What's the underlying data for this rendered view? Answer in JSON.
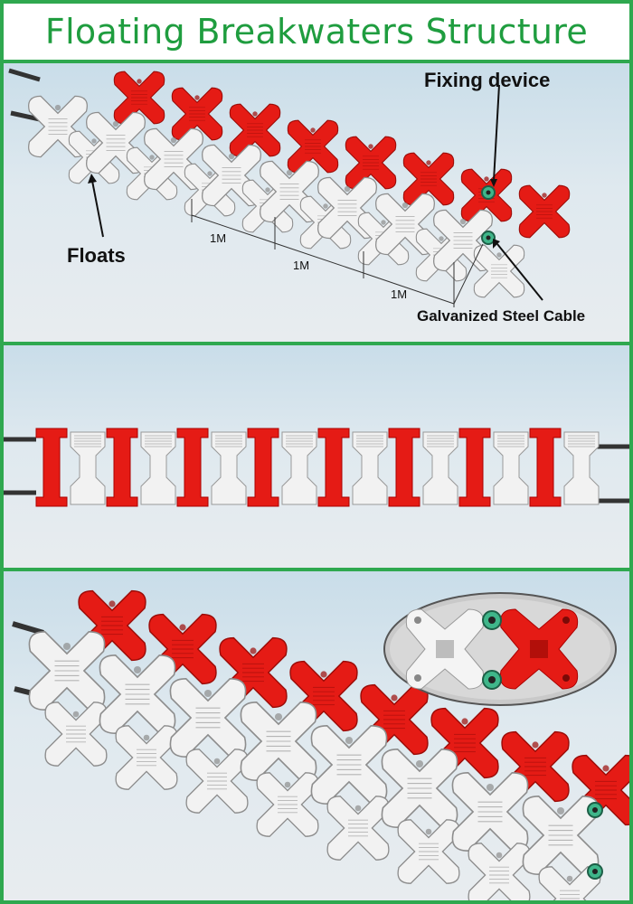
{
  "title": "Floating Breakwaters Structure",
  "labels": {
    "fixing_device": "Fixing device",
    "floats": "Floats",
    "cable": "Galvanized Steel Cable"
  },
  "dimensions": [
    "1M",
    "1M",
    "1M"
  ],
  "colors": {
    "frame_green": "#2fa84f",
    "title_green": "#1f9d3f",
    "float_red": "#e51b15",
    "float_white": "#f2f2f2",
    "fixing_teal": "#3fb68a"
  },
  "icons": [
    "float-module-icon",
    "fixing-device-icon",
    "steel-cable-icon",
    "arrow-icon"
  ]
}
